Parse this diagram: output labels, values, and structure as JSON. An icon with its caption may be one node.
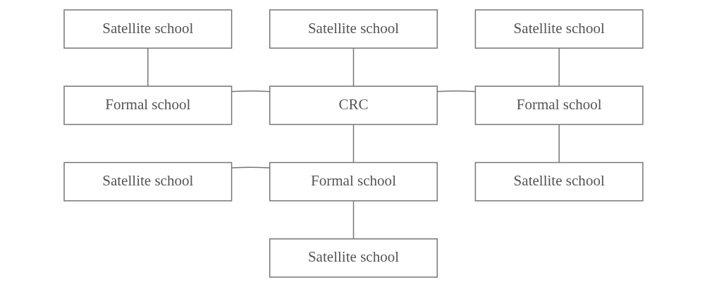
{
  "diagram": {
    "nodes": [
      {
        "text": [
          "Satellite school"
        ]
      },
      {
        "text": [
          "Satellite school"
        ]
      },
      {
        "text": [
          "Satellite school"
        ]
      },
      {
        "text": [
          "Formal school"
        ]
      },
      {
        "text": [
          "CRC"
        ]
      },
      {
        "text": [
          "Formal school"
        ]
      },
      {
        "text": [
          "Satellite school"
        ]
      },
      {
        "text": [
          "Formal school"
        ]
      },
      {
        "text": [
          "Satellite school"
        ]
      },
      {
        "text": [
          "Satellite school"
        ]
      }
    ],
    "edges": [
      {
        "from": 0,
        "to": 3,
        "arrow": "none"
      },
      {
        "from": 1,
        "to": 4,
        "arrow": "none"
      },
      {
        "from": 2,
        "to": 5,
        "arrow": "none"
      },
      {
        "from": 3,
        "to": 4,
        "arrow": "none"
      },
      {
        "from": 4,
        "to": 5,
        "arrow": "none"
      },
      {
        "from": 4,
        "to": 7,
        "arrow": "none"
      },
      {
        "from": 5,
        "to": 8,
        "arrow": "none"
      },
      {
        "from": 6,
        "to": 7,
        "arrow": "none"
      },
      {
        "from": 7,
        "to": 9,
        "arrow": "none"
      }
    ]
  }
}
